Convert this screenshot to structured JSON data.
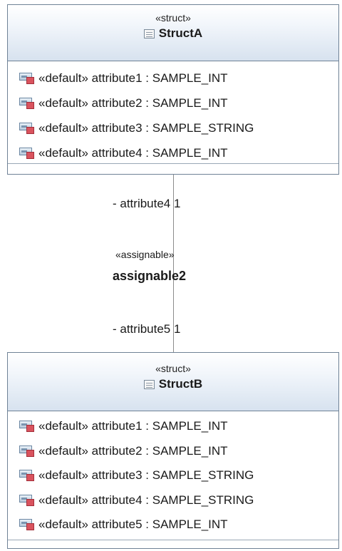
{
  "struct_a": {
    "stereotype": "«struct»",
    "name": "StructA",
    "attributes": [
      {
        "text": "«default» attribute1 : SAMPLE_INT"
      },
      {
        "text": "«default» attribute2 : SAMPLE_INT"
      },
      {
        "text": "«default» attribute3 : SAMPLE_STRING"
      },
      {
        "text": "«default» attribute4 : SAMPLE_INT"
      }
    ]
  },
  "association": {
    "stereotype": "«assignable»",
    "name": "assignable2",
    "role_a": "- attribute4 1",
    "role_b": "- attribute5 1"
  },
  "struct_b": {
    "stereotype": "«struct»",
    "name": "StructB",
    "attributes": [
      {
        "text": "«default» attribute1 : SAMPLE_INT"
      },
      {
        "text": "«default» attribute2 : SAMPLE_INT"
      },
      {
        "text": "«default» attribute3 : SAMPLE_STRING"
      },
      {
        "text": "«default» attribute4 : SAMPLE_STRING"
      },
      {
        "text": "«default» attribute5 : SAMPLE_INT"
      }
    ]
  },
  "icons": {
    "class_icon": "struct-class-icon",
    "attribute_icon": "private-attribute-icon"
  },
  "colors": {
    "border": "#6f8296",
    "header_gradient_end": "#d7e2ef",
    "lock_red": "#d9535e"
  }
}
